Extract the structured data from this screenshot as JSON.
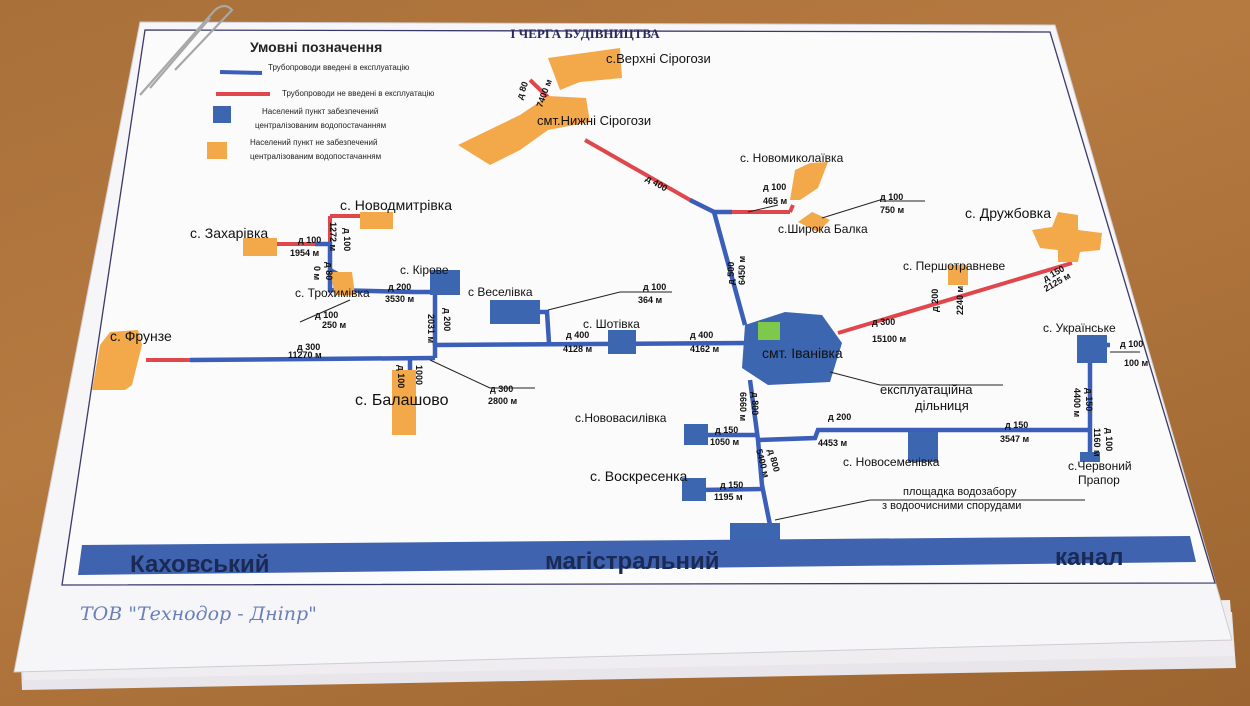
{
  "header": {
    "partial_title": "I ЧЕРГА БУДІВНИЦТВА",
    "legend_title": "Умовні позначення",
    "legend_items": [
      {
        "label": "Трубопроводи введені в експлуатацію",
        "color": "#3b5fb8"
      },
      {
        "label": "Трубопроводи не введені в експлуатацію",
        "color": "#e0474c"
      },
      {
        "label1": "Населений пункт забезпечений",
        "label2": "централізованим водопостачанням",
        "color": "#3d66b0"
      },
      {
        "label1": "Населений пункт не забезпечений",
        "label2": "централізованим водопостачанням",
        "color": "#f3a84a"
      }
    ]
  },
  "places": {
    "verkhni_sirohozy": "с.Верхні Сірогози",
    "nyzhni_sirohozy": "смт.Нижні Сірогози",
    "novomykolaivka": "с. Новомиколаївка",
    "shyroka_balka": "с.Широка Балка",
    "druzhbovka": "с. Дружбовка",
    "pershotravneve": "с. Першотравневе",
    "novodmytrivka": "с. Новодмитрівка",
    "zakharivka": "с. Захарівка",
    "kirove": "с. Кірове",
    "trokhymivka": "с. Трохимівка",
    "veselivka": "с Веселівка",
    "shotivka": "с. Шотівка",
    "frunze": "с. Фрунзе",
    "balashovo": "с. Балашово",
    "ivanivka": "смт. Іванівка",
    "ukrainske": "с. Українське",
    "novovasylivka": "с.Нововасилівка",
    "novosemenivka": "с. Новосеменівка",
    "voskresenka": "с. Воскресенка",
    "chervonyi_prapor_1": "с.Червоний",
    "chervonyi_prapor_2": "Прапор"
  },
  "pipes": {
    "vs1": "д 80",
    "vs2": "7400 м",
    "ns": "д 400",
    "nm1": "д 100",
    "nm2": "465 м",
    "sb1": "д 100",
    "sb2": "750 м",
    "iv_n1": "д 500",
    "iv_n2": "6450 м",
    "pt1": "д 300",
    "pt2": "15100 м",
    "per1": "д 200",
    "per2": "2240 м",
    "dr1": "д 150",
    "dr2": "2125 м",
    "nd1": "д 100",
    "nd2": "1272 м",
    "za1": "д 100",
    "za2": "1954 м",
    "tr1": "д 80",
    "tr2": "0 м",
    "kir1": "д 200",
    "kir2": "3530 м",
    "troh1": "д 100",
    "troh2": "250 м",
    "kirv1": "д 200",
    "kirv2": "2031 м",
    "ves1": "д 100",
    "ves2": "364 м",
    "sho1": "д 400",
    "sho2": "4128 м",
    "ivw1": "д 400",
    "ivw2": "4162 м",
    "fr1": "д 300",
    "fr2": "11270 м",
    "bal1": "д 100",
    "bal2": "1000",
    "bala1": "д 300",
    "bala2": "2800 м",
    "uk1": "д 100",
    "uk2": "100 м",
    "ukv1": "д 150",
    "ukv2": "4400 м",
    "chp1": "д 100",
    "chp2": "1160 м",
    "sv1": "д 200",
    "sv2": "4453 м",
    "sv3": "д 150",
    "sv4": "3547 м",
    "nv1": "д 150",
    "nv2": "1050 м",
    "vo1": "д 150",
    "vo2": "1195 м",
    "iv_s1": "д 800",
    "iv_s2": "6660 м",
    "iv_s3": "д 800",
    "iv_s4": "5400 м"
  },
  "annotations": {
    "expl1": "експлуатаційна",
    "expl2": "дільниця",
    "intake1": "площадка водозабору",
    "intake2": "з водоочисними спорудами"
  },
  "canal": {
    "w1": "Каховський",
    "w2": "магістральний",
    "w3": "канал"
  },
  "handwriting": "ТОВ   \"Технодор - Дніпр\"",
  "colors": {
    "pipe_active": "#3b5fb8",
    "pipe_inactive": "#e0474c",
    "served": "#3d66b0",
    "unserved": "#f3a84a",
    "canal": "#3f63ae",
    "operation_site": "#7ec84a"
  }
}
